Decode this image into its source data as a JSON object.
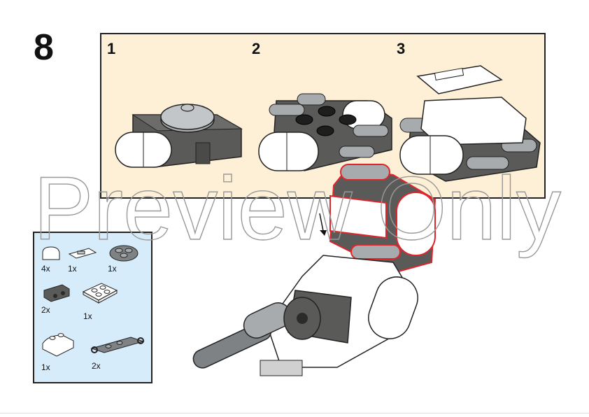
{
  "step": {
    "number": "8"
  },
  "substeps": [
    "1",
    "2",
    "3"
  ],
  "parts": [
    {
      "qty": "4x",
      "icon": "white-rounded-slope-icon"
    },
    {
      "qty": "1x",
      "icon": "white-tile-clip-icon"
    },
    {
      "qty": "1x",
      "icon": "gray-round-plate-icon"
    },
    {
      "qty": "2x",
      "icon": "dark-gray-bracket-icon"
    },
    {
      "qty": "1x",
      "icon": "white-plate-2x2-icon"
    },
    {
      "qty": "1x",
      "icon": "white-curved-slope-icon"
    },
    {
      "qty": "2x",
      "icon": "gray-plate-with-clips-icon"
    }
  ],
  "watermark": {
    "text": "Preview Only"
  },
  "colors": {
    "panel_bg": "#fdf0d6",
    "parts_bg": "#d7ecfb",
    "highlight": "#e0242b",
    "dark_gray": "#5a5b58",
    "light_gray": "#a8abad"
  }
}
